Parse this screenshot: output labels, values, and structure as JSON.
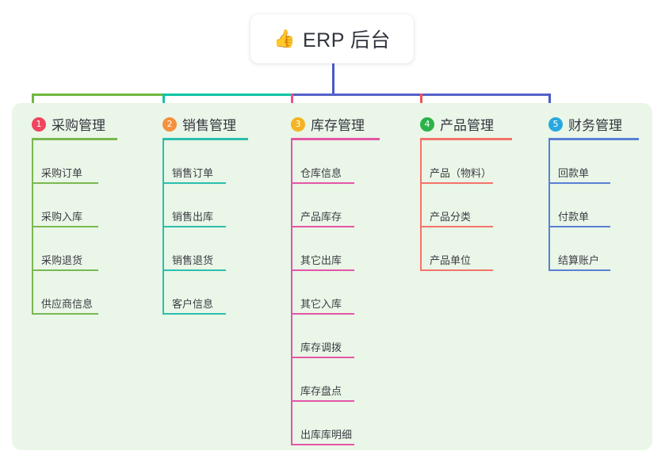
{
  "diagram": {
    "title": "ERP 后台",
    "root": {
      "emoji": "👍",
      "label": "ERP 后台",
      "stem_color": "#4a5bc4"
    },
    "panel_color": "#eaf6e7",
    "bus": [
      {
        "name": "bus-green",
        "color": "#6eb83f"
      },
      {
        "name": "bus-teal",
        "color": "#0ec4a4"
      },
      {
        "name": "bus-indigo",
        "color": "#5560c8"
      }
    ],
    "columns": [
      {
        "index": "1",
        "title": "采购管理",
        "badge_color": "#f0455f",
        "line_color": "#79b851",
        "drop_color": "#6eb83f",
        "items": [
          "采购订单",
          "采购入库",
          "采购退货",
          "供应商信息"
        ]
      },
      {
        "index": "2",
        "title": "销售管理",
        "badge_color": "#f5913e",
        "line_color": "#2bbfae",
        "drop_color": "#0ec4a4",
        "items": [
          "销售订单",
          "销售出库",
          "销售退货",
          "客户信息"
        ]
      },
      {
        "index": "3",
        "title": "库存管理",
        "badge_color": "#f5b321",
        "line_color": "#e356a8",
        "drop_color": "#ef4e95",
        "items": [
          "仓库信息",
          "产品库存",
          "其它出库",
          "其它入库",
          "库存调拨",
          "库存盘点",
          "出库库明细"
        ]
      },
      {
        "index": "4",
        "title": "产品管理",
        "badge_color": "#2bb34b",
        "line_color": "#f4736c",
        "drop_color": "#f2514f",
        "items": [
          "产品（物料）",
          "产品分类",
          "产品单位"
        ]
      },
      {
        "index": "5",
        "title": "财务管理",
        "badge_color": "#29a8e0",
        "line_color": "#5b7fd4",
        "drop_color": "#4a5bc4",
        "items": [
          "回款单",
          "付款单",
          "结算账户"
        ]
      }
    ]
  }
}
